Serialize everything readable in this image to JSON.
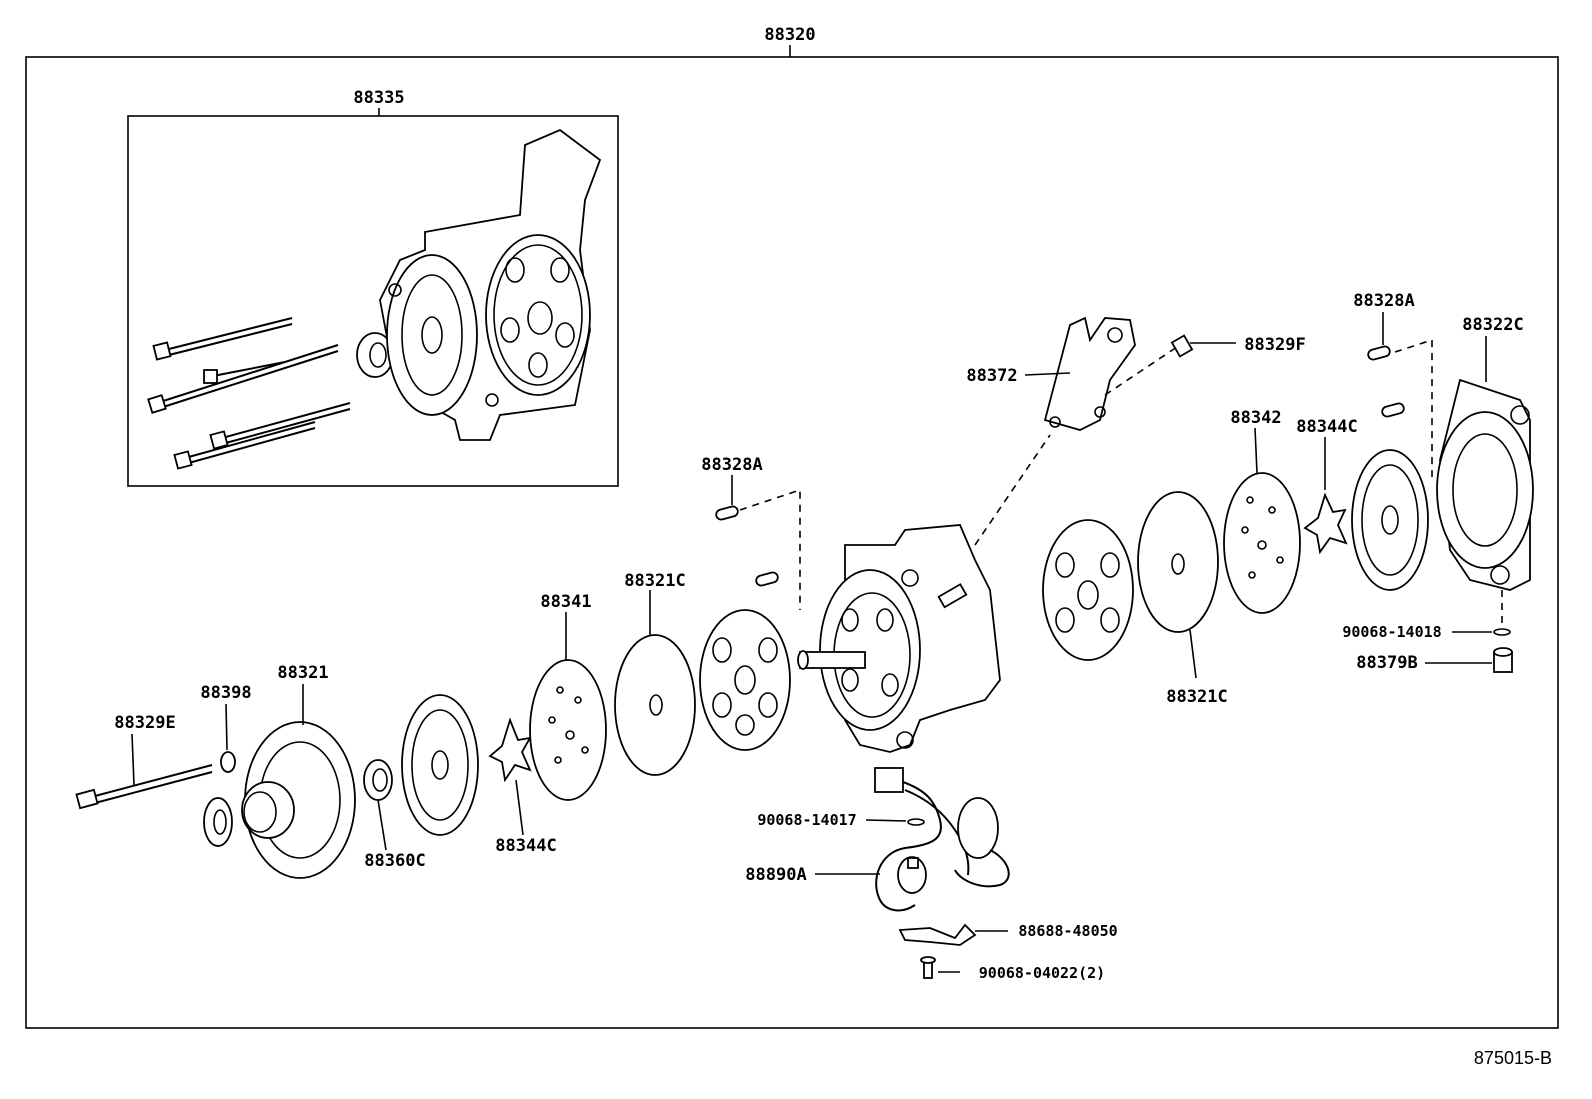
{
  "diagram": {
    "figure_id": "875015-B",
    "labels": {
      "main_assembly": "88320",
      "sub_assembly": "88335",
      "p_88329E": "88329E",
      "p_88398": "88398",
      "p_88321": "88321",
      "p_88360C": "88360C",
      "p_88344C_front": "88344C",
      "p_88341": "88341",
      "p_88321C_front": "88321C",
      "p_88328A_front": "88328A",
      "p_88372": "88372",
      "p_88329F": "88329F",
      "p_88342": "88342",
      "p_88344C_rear": "88344C",
      "p_88328A_rear": "88328A",
      "p_88322C": "88322C",
      "p_88321C_rear": "88321C",
      "p_90068_14018": "90068-14018",
      "p_88379B": "88379B",
      "p_90068_14017": "90068-14017",
      "p_88890A": "88890A",
      "p_88688_48050": "88688-48050",
      "p_90068_04022": "90068-04022(2)"
    }
  }
}
